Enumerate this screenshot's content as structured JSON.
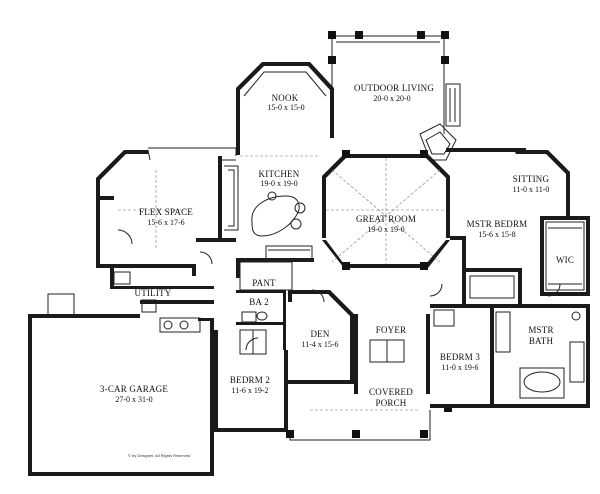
{
  "rooms": {
    "outdoor_living": {
      "name": "OUTDOOR LIVING",
      "dim": "20-0 x 20-0"
    },
    "nook": {
      "name": "NOOK",
      "dim": "15-0 x 15-0"
    },
    "kitchen": {
      "name": "KITCHEN",
      "dim": "19-0 x 19-0"
    },
    "flex_space": {
      "name": "FLEX SPACE",
      "dim": "15-6 x 17-6"
    },
    "great_room": {
      "name": "GREAT ROOM",
      "dim": "19-0 x 19-0"
    },
    "sitting": {
      "name": "SITTING",
      "dim": "11-0 x 11-0"
    },
    "mstr_bedrm": {
      "name": "MSTR BEDRM",
      "dim": "15-6 x 15-8"
    },
    "wic": {
      "name": "WIC"
    },
    "pant": {
      "name": "PANT"
    },
    "utility": {
      "name": "UTILITY"
    },
    "ba2": {
      "name": "BA 2"
    },
    "den": {
      "name": "DEN",
      "dim": "11-4 x 15-6"
    },
    "foyer": {
      "name": "FOYER"
    },
    "mstr_bath": {
      "name": "MSTR BATH"
    },
    "garage": {
      "name": "3-CAR GARAGE",
      "dim": "27-0 x 31-0"
    },
    "bedrm2": {
      "name": "BEDRM 2",
      "dim": "11-6 x 19-2"
    },
    "bedrm3": {
      "name": "BEDRM 3",
      "dim": "11-0 x 19-6"
    },
    "covered_porch": {
      "name": "COVERED",
      "name2": "PORCH"
    }
  },
  "copyright": "© by Designer. All Rights Reserved"
}
